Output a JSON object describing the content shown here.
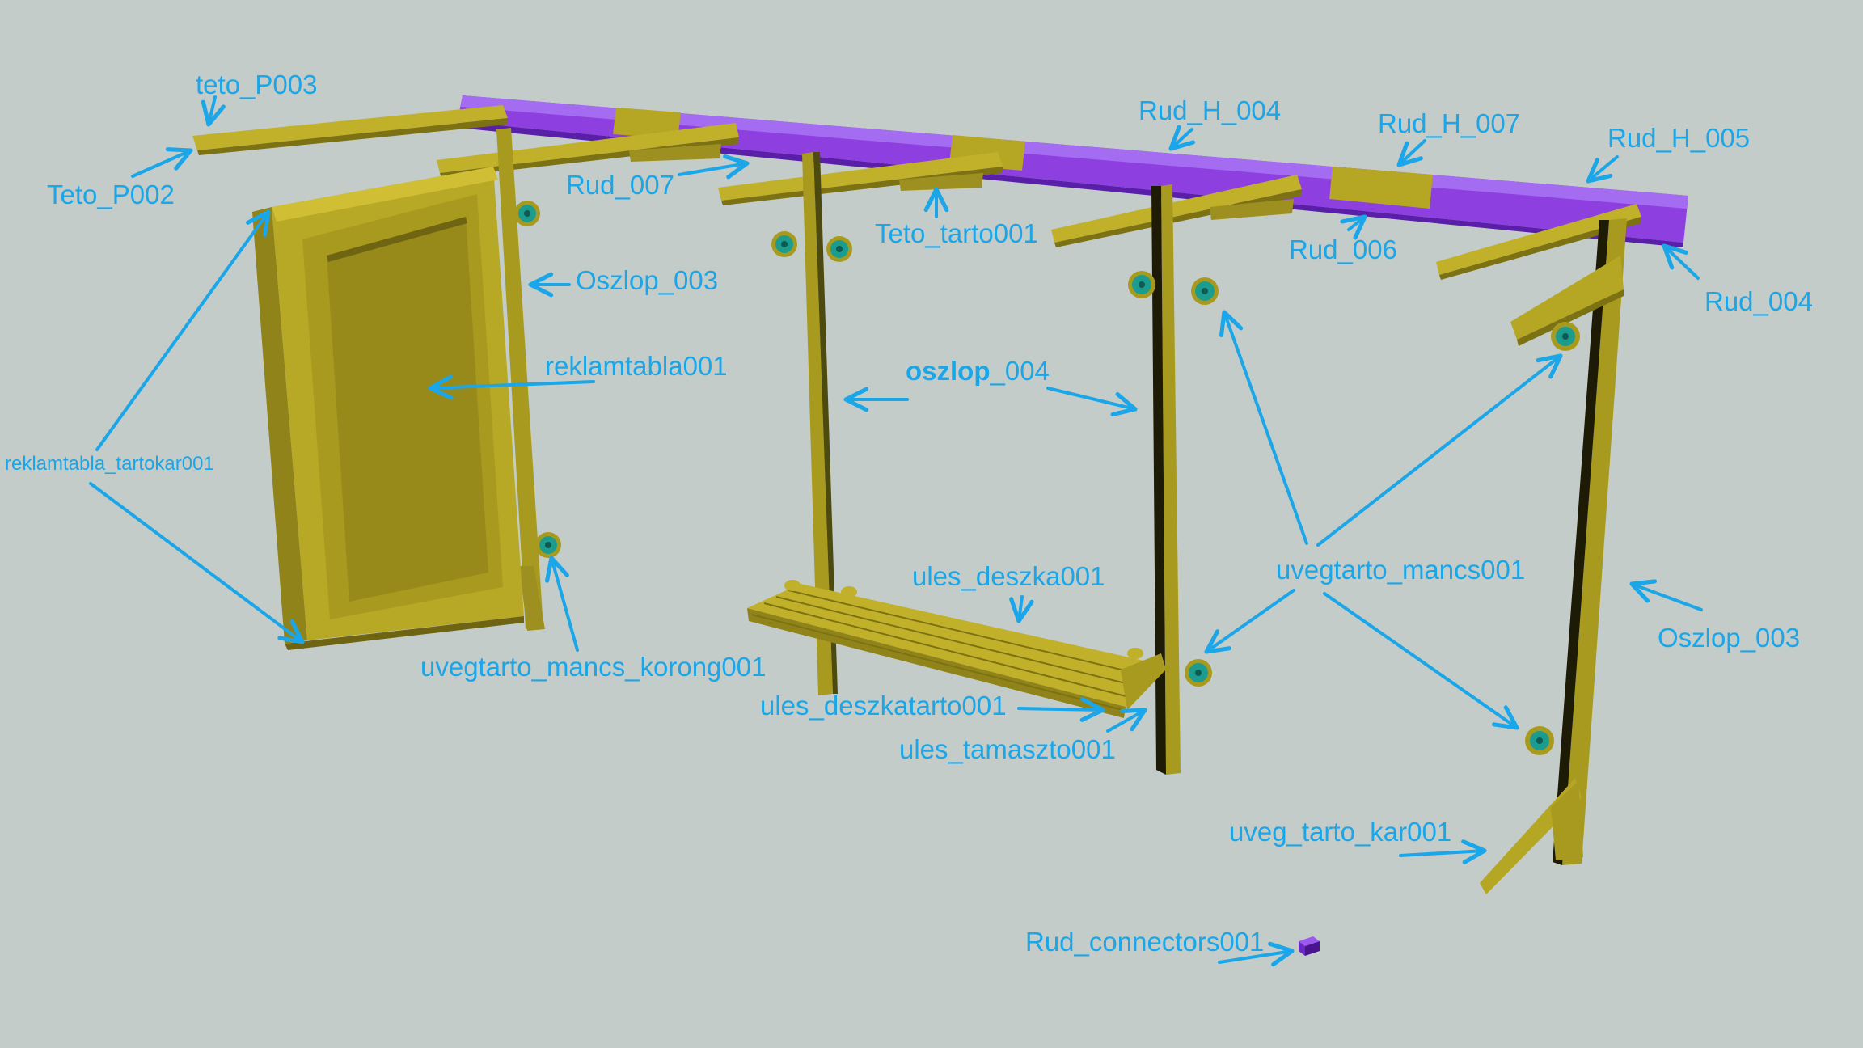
{
  "labels": {
    "teto_p003": "teto_P003",
    "teto_p002": "Teto_P002",
    "rud_007": "Rud_007",
    "oszlop_003_left": "Oszlop_003",
    "reklamtabla001": "reklamtabla001",
    "reklamtabla_tartokar001": "reklamtabla_tartokar001",
    "uvegtarto_mancs_korong001": "uvegtarto_mancs_korong001",
    "teto_tarto001": "Teto_tarto001",
    "oszlop_004_bold": "oszlop",
    "oszlop_004_rest": "_004",
    "rud_h_004": "Rud_H_004",
    "rud_h_007": "Rud_H_007",
    "rud_h_005": "Rud_H_005",
    "rud_006": "Rud_006",
    "rud_004": "Rud_004",
    "uvegtarto_mancs001": "uvegtarto_mancs001",
    "oszlop_003_right": "Oszlop_003",
    "ules_deszka001": "ules_deszka001",
    "ules_deszkatarto001": "ules_deszkatarto001",
    "ules_tamaszto001": "ules_tamaszto001",
    "uveg_tarto_kar001": "uveg_tarto_kar001",
    "rud_connectors001": "Rud_connectors001"
  },
  "colors": {
    "background": "#c3ccc8",
    "label": "#1aa6e8",
    "yellow_part": "#a89a1e",
    "yellow_light": "#c9b92e",
    "yellow_dark": "#7d7213",
    "purple_part": "#8e3fe0",
    "purple_dark": "#5a1fa8",
    "teal_part": "#1b9c8e"
  }
}
